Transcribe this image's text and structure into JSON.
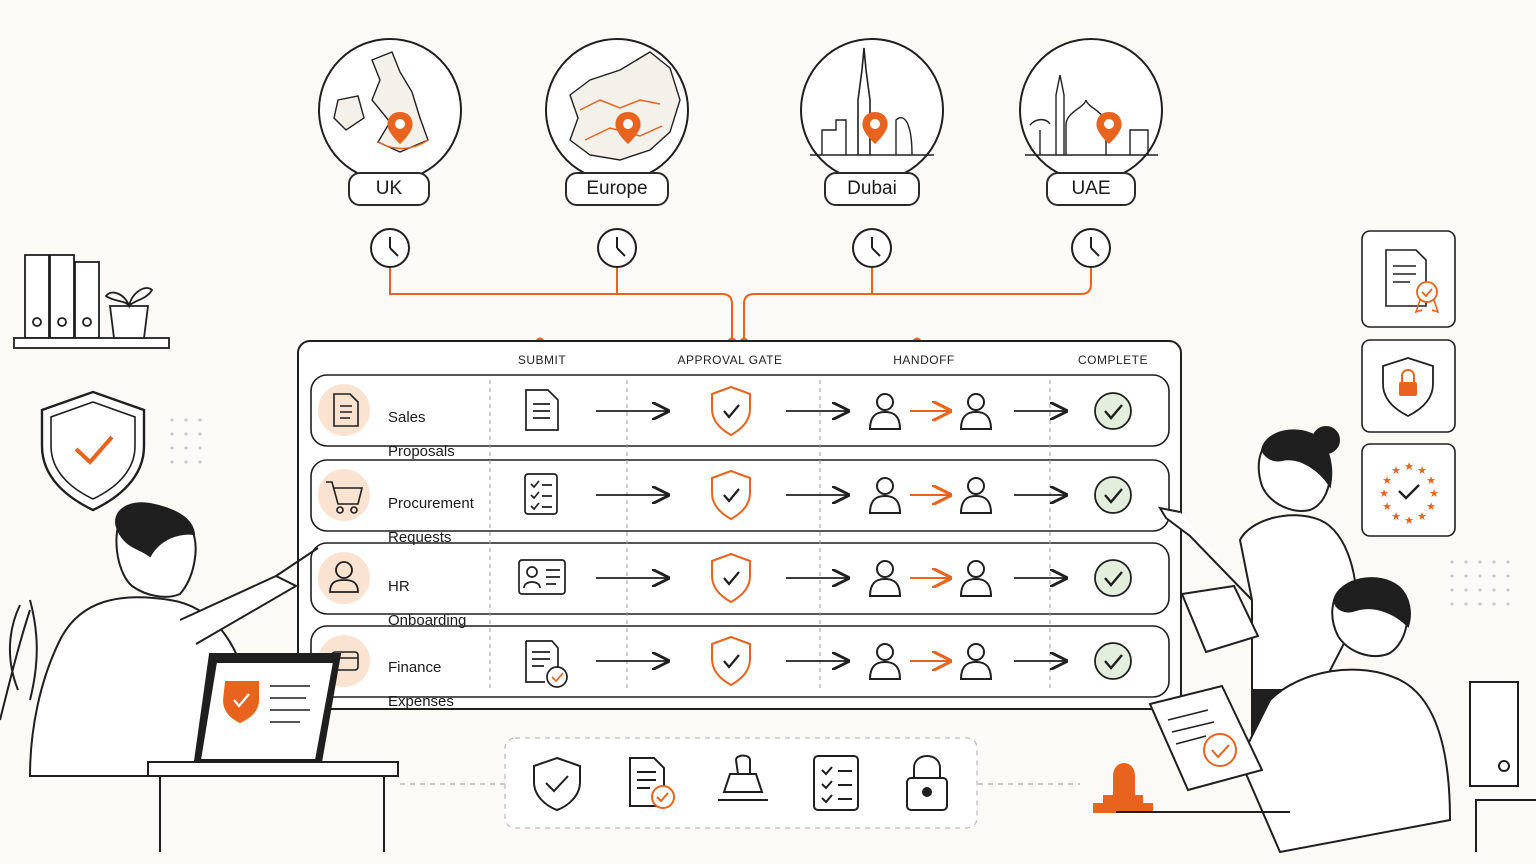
{
  "regions": [
    {
      "name": "UK"
    },
    {
      "name": "Europe"
    },
    {
      "name": "Dubai"
    },
    {
      "name": "UAE"
    }
  ],
  "stages": [
    "SUBMIT",
    "APPROVAL GATE",
    "HANDOFF",
    "COMPLETE"
  ],
  "workflows": [
    {
      "line1": "Sales",
      "line2": "Proposals",
      "icon": "document-icon",
      "submit_icon": "document-icon"
    },
    {
      "line1": "Procurement",
      "line2": "Requests",
      "icon": "cart-icon",
      "submit_icon": "checklist-icon"
    },
    {
      "line1": "HR",
      "line2": "Onboarding",
      "icon": "person-icon",
      "submit_icon": "id-card-icon"
    },
    {
      "line1": "Finance",
      "line2": "Expenses",
      "icon": "wallet-icon",
      "submit_icon": "document-check-icon"
    }
  ],
  "toolbar_icons": [
    "shield-check-icon",
    "document-check-icon",
    "stamp-icon",
    "checklist-icon",
    "padlock-icon"
  ],
  "side_badges": [
    "certificate-icon",
    "shield-lock-icon",
    "eu-stars-check-icon"
  ],
  "colors": {
    "accent": "#e8641e",
    "ink": "#1f1f1f",
    "check_fill": "#e3efdc",
    "accent_soft": "#fbe3d2"
  }
}
